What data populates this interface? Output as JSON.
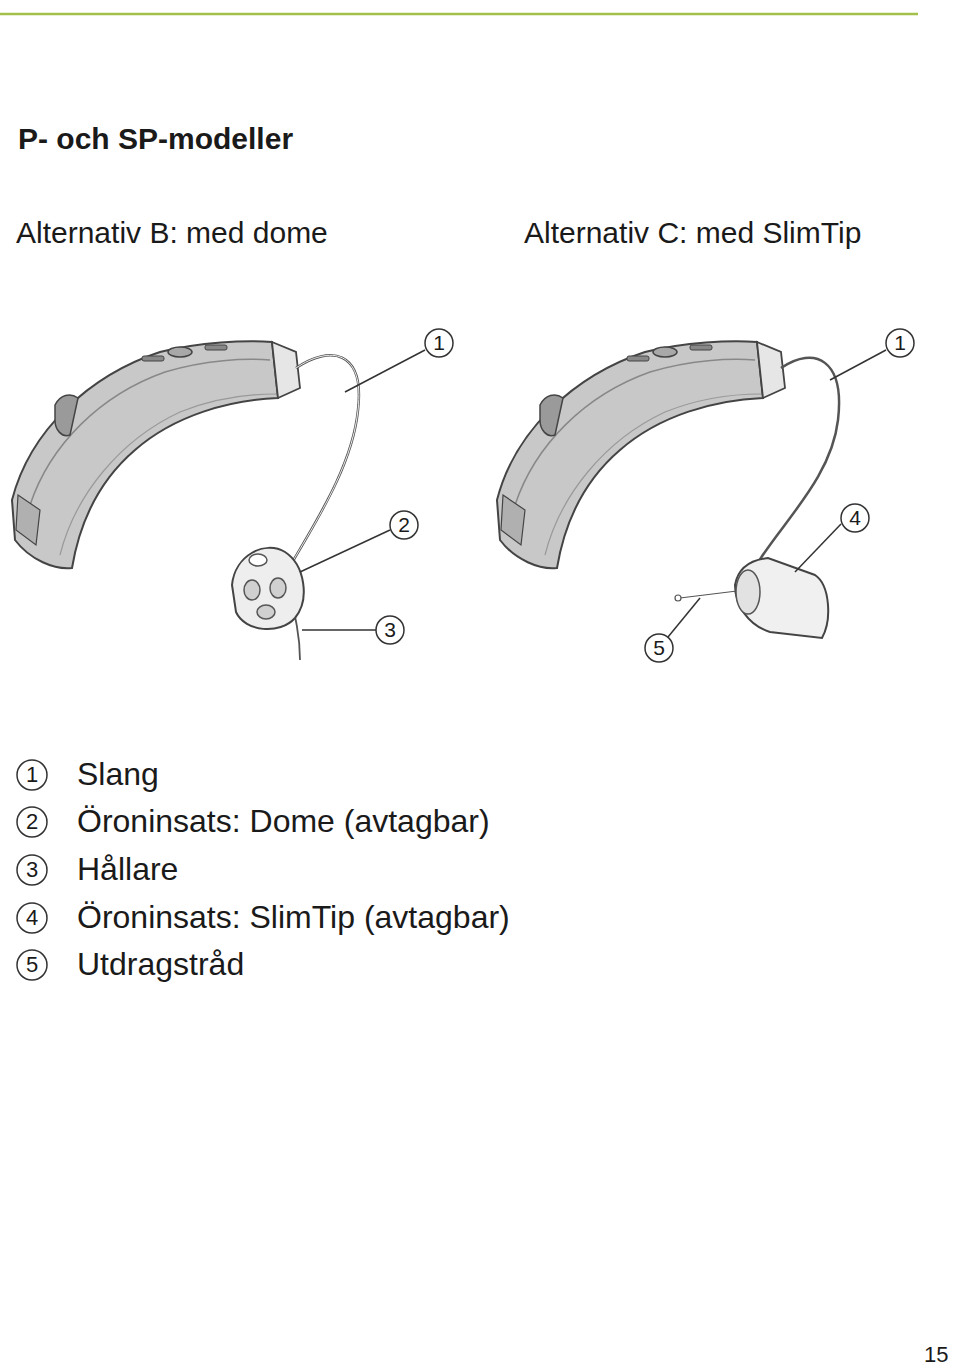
{
  "diagram": {
    "title": "P- och SP-modeller",
    "labels": [
      "Alternativ B: med dome",
      "Alternativ C: med SlimTip",
      "1",
      "2",
      "3",
      "1",
      "4",
      "5",
      "1",
      "Slang",
      "2",
      "Öroninsats: Dome (avtagbar)",
      "3",
      "Hållare",
      "4",
      "Öroninsats: SlimTip (avtagbar)",
      "5",
      "Utdragstråd",
      "15"
    ]
  }
}
